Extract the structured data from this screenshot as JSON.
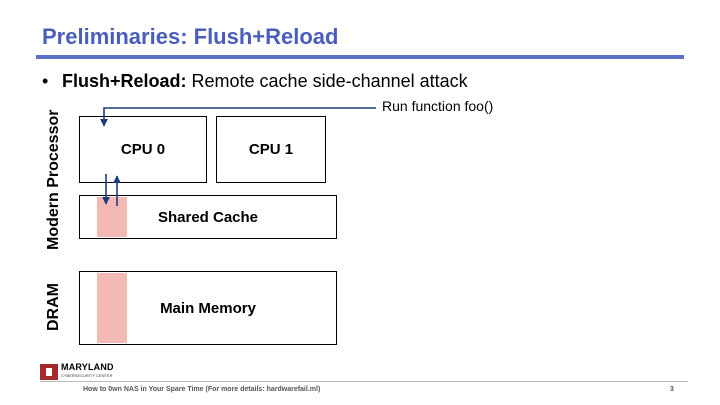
{
  "slide": {
    "title": "Preliminaries: Flush+Reload",
    "bullet": {
      "marker": "•",
      "bold": "Flush+Reload:",
      "text": " Remote cache side-channel attack"
    }
  },
  "diagram": {
    "processor_label": "Modern Processor",
    "dram_label": "DRAM",
    "cpu0": "CPU 0",
    "cpu1": "CPU 1",
    "cache": "Shared Cache",
    "memory": "Main Memory",
    "callout": "Run function foo()",
    "colors": {
      "arrow": "#1f3a7a",
      "highlight": "#f2b8b3",
      "title": "#4a5dbf"
    }
  },
  "footer": {
    "logo_name": "MARYLAND",
    "logo_sub": "CYBERSECURITY CENTER",
    "text": "How to 0wn NAS in Your Spare Time (For more details: hardwarefail.ml)",
    "page": "3"
  }
}
